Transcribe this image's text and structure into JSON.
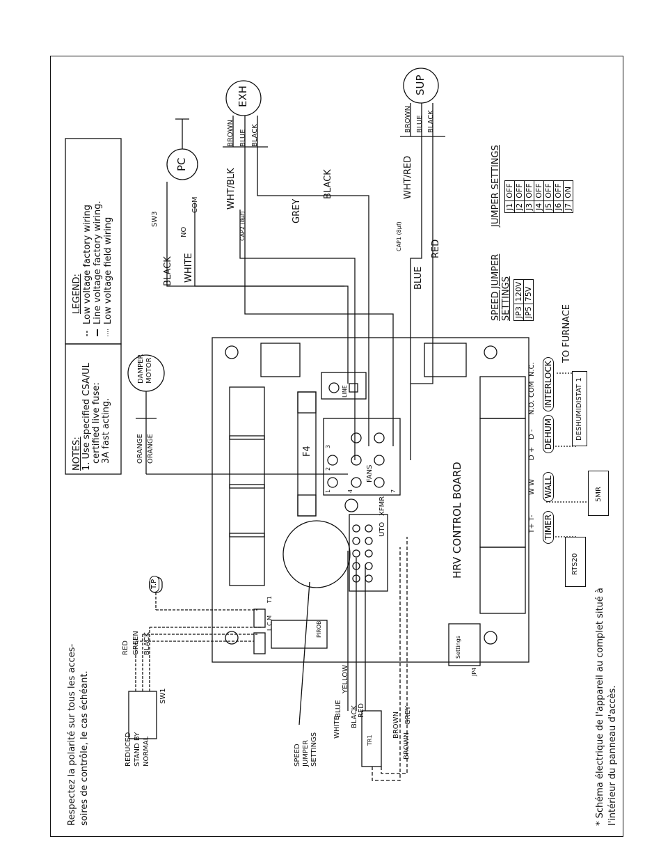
{
  "notes": {
    "title": "NOTES:",
    "line1": "1. Use specified CSA/UL",
    "line2": "certified live fuse:",
    "line3": "3A fast acting."
  },
  "legend": {
    "title": "LEGEND:",
    "items": [
      "Low voltage factory wiring",
      "Line voltage factory wiring.",
      "Low voltage field wiring"
    ]
  },
  "polarity_note": {
    "line1": "Respectez la polarité sur tous les acces-",
    "line2": "soires de contrôle, le cas échéant."
  },
  "footer_note": {
    "line1": "* Schéma électrique de l'appareil au complet situé à",
    "line2": "l'intérieur du panneau d'accès."
  },
  "components": {
    "damper_motor": [
      "DAMPER",
      "MOTOR"
    ],
    "exh": "EXH",
    "sup": "SUP",
    "pc": "PC",
    "sw3": "SW3",
    "no": "NO",
    "com": "COM",
    "cap1": "CAP1 (8µf)",
    "cap2": "CAP2 (8µf)",
    "fuse": "F4",
    "line_block": "LINE",
    "fans": "FANS",
    "xfmr": "XFMR",
    "uto": "UTO",
    "pirob": "PIROB",
    "settings": "Settings",
    "jp4": "JP4",
    "tr1": "TR1",
    "sw1": "SW1",
    "tp": "T.P",
    "t1": "T1",
    "lcm": "L C M",
    "control_board": "HRV CONTROL BOARD",
    "speed_jumper_callout": [
      "SPEED",
      "JUMPER",
      "SETTINGS"
    ],
    "switch_positions": [
      "REDUCED",
      "STAND BY",
      "NORMAL"
    ],
    "interlock": "INTERLOCK",
    "dehum": "DEHUM",
    "wall": "WALL",
    "timer": "TIMER",
    "nc_top": "N.C.",
    "com_mid": "COM",
    "nc_bot": "N.O.",
    "d_minus": "D -",
    "d_plus": "D +",
    "w_w": "W  W",
    "t_terms": "T+  T-",
    "to_furnace": "TO FURNACE",
    "deshumidistat": "DESHUMIDISTAT 1",
    "fivemr": "5MR",
    "rts20": "RTS20"
  },
  "wire_labels": {
    "brown_exh": "BROWN",
    "blue_exh": "BLUE",
    "black_exh": "BLACK",
    "brown_sup": "BROWN",
    "blue_sup": "BLUE",
    "black_sup": "BLACK",
    "wht_blk": "WHT/BLK",
    "wht_red": "WHT/RED",
    "black_run": "BLACK",
    "grey_run": "GREY",
    "black_pc": "BLACK",
    "white_pc": "WHITE",
    "blue_run": "BLUE",
    "red_run": "RED",
    "orange1": "ORANGE",
    "orange2": "ORANGE",
    "sw_red": "RED",
    "sw_green": "GREEN",
    "sw_black": "BLACK",
    "tr_white": "WHITE",
    "tr_blue": "BLUE",
    "tr_yellow": "YELLOW",
    "tr_black": "BLACK",
    "tr_red": "RED",
    "tr_brown1": "BROWN",
    "tr_brown2": "BROWN",
    "tr_grey": "GREY"
  },
  "speed_jumper_table": {
    "title": [
      "SPEED JUMPER",
      "SETTINGS"
    ],
    "rows": [
      [
        "JP3",
        "120V"
      ],
      [
        "JP5",
        "75V"
      ]
    ]
  },
  "jumper_settings": {
    "title": "JUMPER SETTINGS",
    "rows": [
      [
        "J1",
        "OFF"
      ],
      [
        "J2",
        "OFF"
      ],
      [
        "J3",
        "OFF"
      ],
      [
        "J4",
        "OFF"
      ],
      [
        "J5",
        "OFF"
      ],
      [
        "J6",
        "OFF"
      ],
      [
        "J7",
        "ON"
      ]
    ]
  },
  "fans_pins": [
    "1",
    "2",
    "3",
    "4",
    "7"
  ]
}
